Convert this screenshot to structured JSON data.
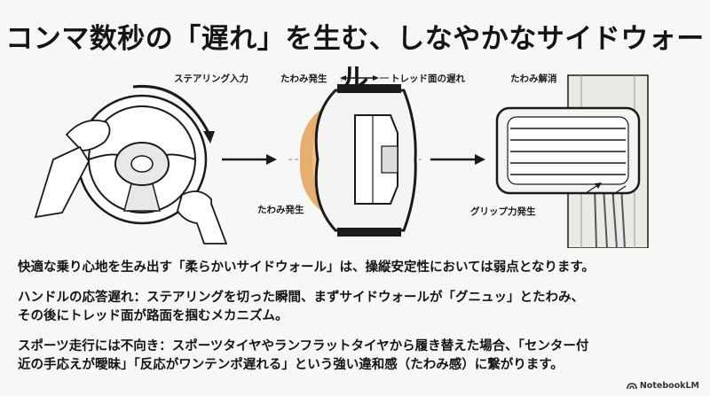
{
  "title": "コンマ数秒の「遅れ」を生む、しなやかなサイドウォール",
  "diagram": {
    "steering_label": "ステアリング入力",
    "flex_top_label": "たわみ発生",
    "tread_delay_label": "トレッド面の遅れ",
    "flex_bottom_label": "たわみ発生",
    "flex_resolved_label": "たわみ解消",
    "grip_label": "グリップ力発生"
  },
  "paragraphs": {
    "p1": "快適な乗り心地を生み出す「柔らかいサイドウォール」は、操縦安定性においては弱点となります。",
    "p2_line1": "ハンドルの応答遅れ：ステアリングを切った瞬間、まずサイドウォールが「グニュッ」とたわみ、",
    "p2_line2": "その後にトレッド面が路面を掴むメカニズム。",
    "p3_line1": "スポーツ走行には不向き：スポーツタイヤやランフラットタイヤから履き替えた場合、「センター付",
    "p3_line2": "近の手応えが曖昧」「反応がワンテンポ遅れる」という強い違和感（たわみ感）に繋がります。"
  },
  "footer": {
    "brand": "NotebookLM"
  }
}
